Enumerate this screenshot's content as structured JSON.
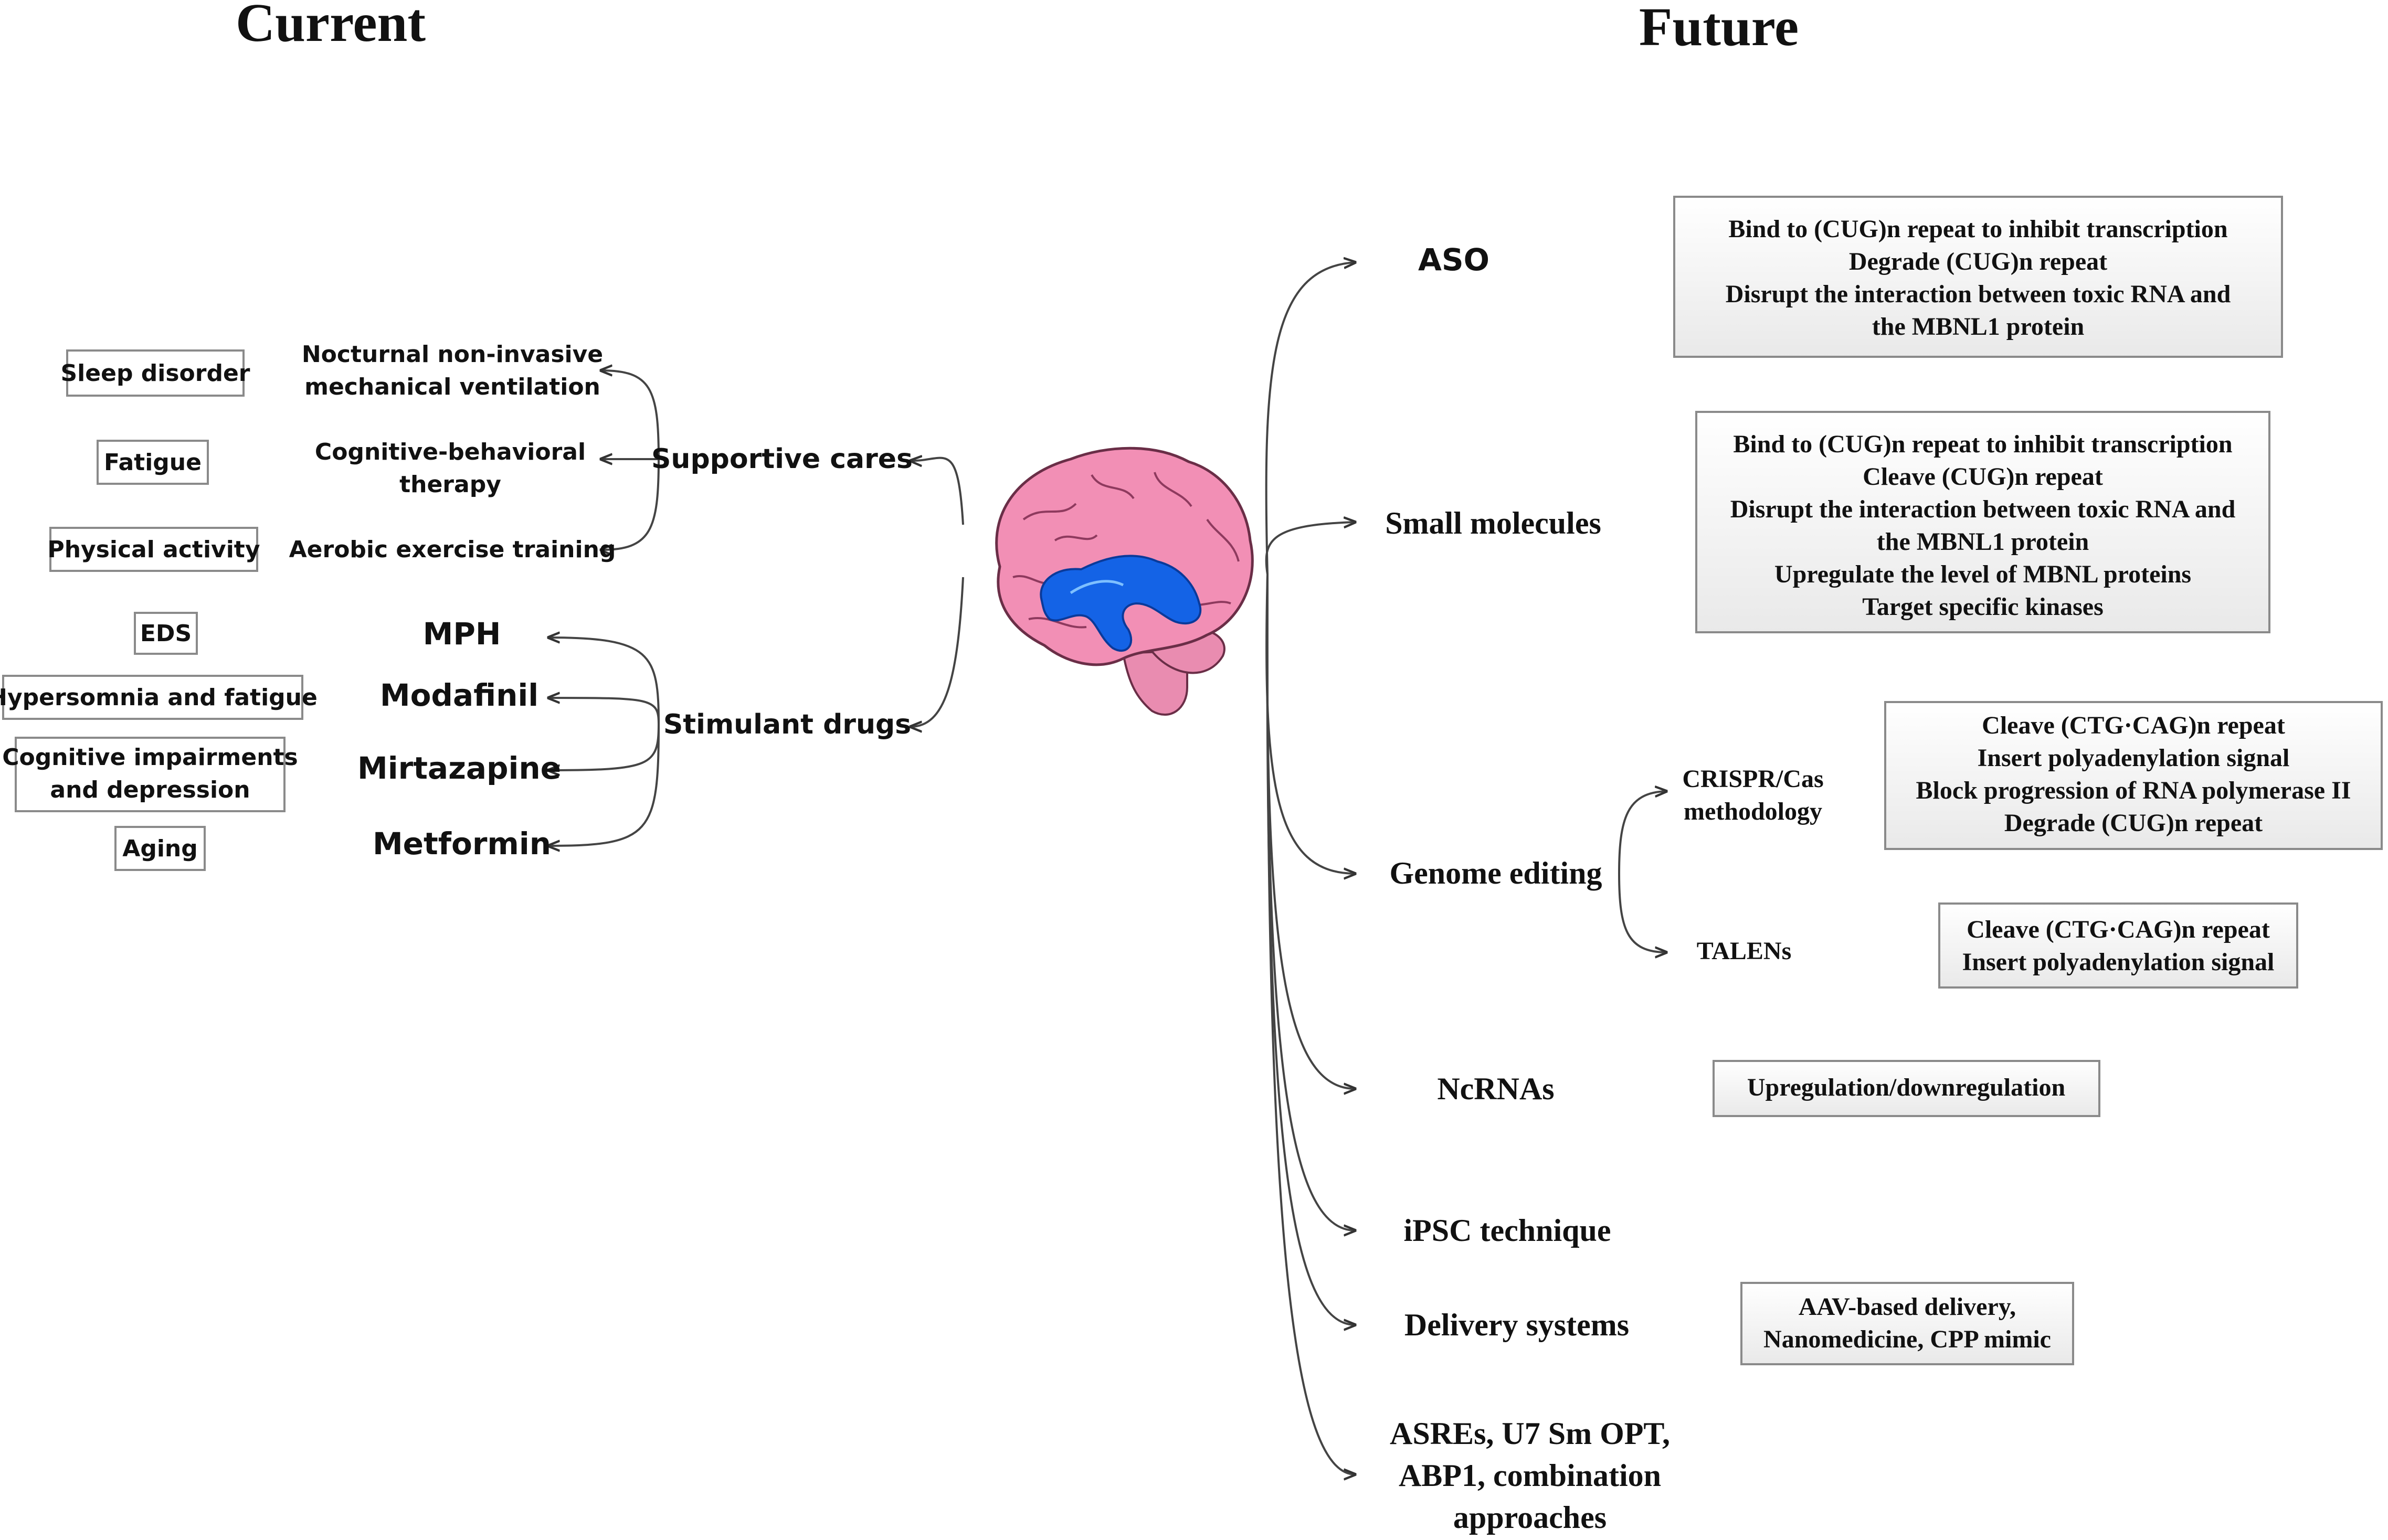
{
  "headings": {
    "current": "Current",
    "future": "Future"
  },
  "current": {
    "supportive": {
      "label": "Supportive cares",
      "items": [
        {
          "box": "Sleep disorder",
          "line1": "Nocturnal non-invasive",
          "line2": "mechanical ventilation"
        },
        {
          "box": "Fatigue",
          "line1": "Cognitive-behavioral",
          "line2": "therapy"
        },
        {
          "box": "Physical activity",
          "line1": "Aerobic exercise training",
          "line2": ""
        }
      ]
    },
    "stimulant": {
      "label": "Stimulant drugs",
      "items": [
        {
          "box1": "EDS",
          "box2": "",
          "drug": "MPH"
        },
        {
          "box1": "Hypersomnia and fatigue",
          "box2": "",
          "drug": "Modafinil"
        },
        {
          "box1": "Cognitive impairments",
          "box2": "and depression",
          "drug": "Mirtazapine"
        },
        {
          "box1": "Aging",
          "box2": "",
          "drug": "Metformin"
        }
      ]
    }
  },
  "future": {
    "aso": {
      "label": "ASO",
      "lines": [
        "Bind to (CUG)n repeat to inhibit transcription",
        "Degrade (CUG)n repeat",
        "Disrupt the interaction between toxic RNA and",
        "the MBNL1 protein"
      ]
    },
    "small_molecules": {
      "label": "Small molecules",
      "lines": [
        "Bind to (CUG)n repeat to inhibit transcription",
        "Cleave (CUG)n repeat",
        "Disrupt the interaction between toxic RNA and",
        "the MBNL1 protein",
        "Upregulate the level of MBNL proteins",
        "Target specific kinases"
      ]
    },
    "genome_editing": {
      "label": "Genome editing",
      "crispr": {
        "line1": "CRISPR/Cas",
        "line2": "methodology",
        "lines": [
          "Cleave (CTG·CAG)n repeat",
          "Insert polyadenylation signal",
          "Block progression of RNA polymerase II",
          "Degrade (CUG)n repeat"
        ]
      },
      "talens": {
        "label": "TALENs",
        "lines": [
          "Cleave (CTG·CAG)n repeat",
          "Insert polyadenylation signal"
        ]
      }
    },
    "ncrnas": {
      "label": "NcRNAs",
      "lines": [
        "Upregulation/downregulation"
      ]
    },
    "ipsc": {
      "label": "iPSC technique"
    },
    "delivery": {
      "label": "Delivery systems",
      "lines": [
        "AAV-based delivery,",
        "Nanomedicine, CPP mimic"
      ]
    },
    "other": {
      "lines": [
        "ASREs, U7 Sm OPT,",
        "ABP1, combination",
        "approaches"
      ]
    }
  },
  "colors": {
    "brain": "#f28fb5",
    "ventricle": "#1463e6",
    "stem": "#e98cb0"
  }
}
